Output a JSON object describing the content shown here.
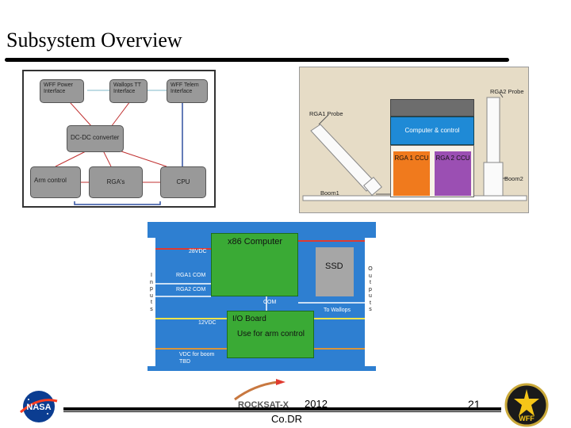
{
  "slide": {
    "title": "Subsystem Overview",
    "year": "2012",
    "slide_number": "21",
    "footer_text": "Co.DR",
    "logo_text": "ROCKSAT-X"
  },
  "diagram1": {
    "boxes": {
      "wff_power": "WFF Power Interface",
      "wallops_tt": "Wallops TT Interface",
      "wff_telem": "WFF Telem Interface",
      "dcdc": "DC-DC converter",
      "arm": "Arm control",
      "rgas": "RGA's",
      "cpu": "CPU"
    }
  },
  "diagram2": {
    "rga2_probe": "RGA2 Probe",
    "rga1_probe": "RGA1 Probe",
    "computer": "Computer & control",
    "rga1_ccu": "RGA 1 CCU",
    "rga2_ccu": "RGA 2 CCU",
    "boom1": "Boom1",
    "boom2": "Boom2",
    "colors": {
      "computer": "#1f8ad6",
      "rga1": "#f07a1d",
      "rga2": "#9b4fb3",
      "top_panel": "#6d6d6d",
      "background": "#e6dcc6"
    }
  },
  "diagram3": {
    "computer": "x86 Computer",
    "ssd": "SSD",
    "io_board": "I/O Board",
    "arm_control": "Use for arm control",
    "inputs": "Inputs",
    "outputs": "Outputs",
    "v28": "28VDC",
    "rga1_com": "RGA1 COM",
    "rga2_com": "RGA2 COM",
    "v12": "12VDC",
    "com": "COM",
    "to_wallops": "To Wallops",
    "vdc_boom": "VDC for boom",
    "tbd": "TBD",
    "colors": {
      "background": "#2e7fd1",
      "computer": "#3aaa35",
      "ssd": "#a6a6a6",
      "line_red": "#e03a2f",
      "line_yellow": "#f2e34a",
      "line_white": "#ffffff",
      "line_orange": "#d9963a"
    }
  }
}
